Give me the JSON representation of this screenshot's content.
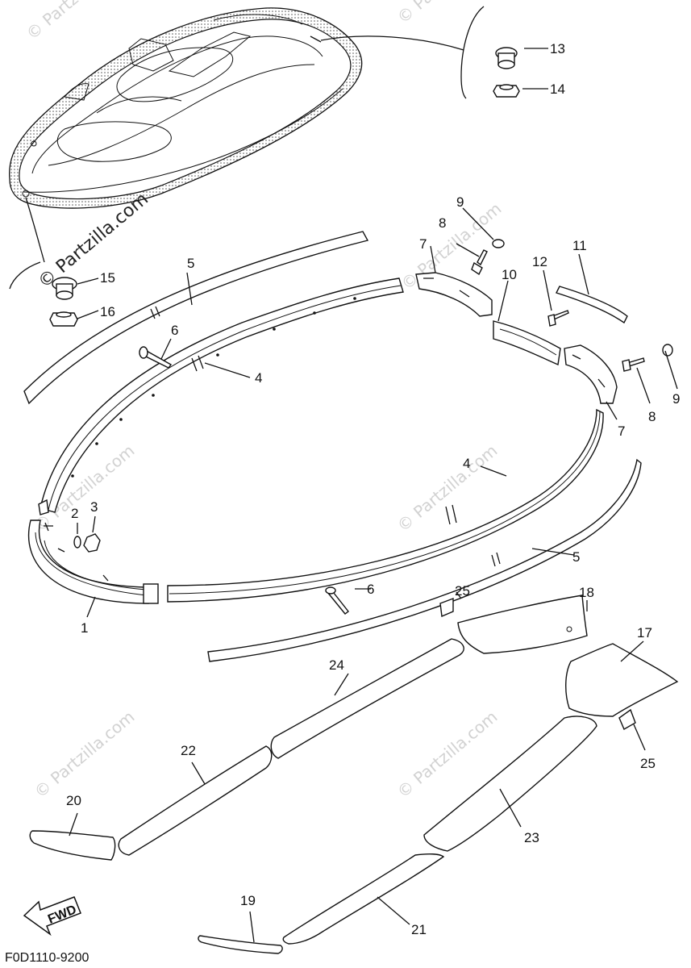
{
  "diagram": {
    "drawing_code": "F0D1110-9200",
    "fwd_label": "FWD",
    "watermark": "© Partzilla.com",
    "callouts": {
      "c1": "1",
      "c2": "2",
      "c3": "3",
      "c4a": "4",
      "c4b": "4",
      "c5a": "5",
      "c5b": "5",
      "c6a": "6",
      "c6b": "6",
      "c7a": "7",
      "c7b": "7",
      "c8a": "8",
      "c8b": "8",
      "c9a": "9",
      "c9b": "9",
      "c10": "10",
      "c11": "11",
      "c12": "12",
      "c13": "13",
      "c14": "14",
      "c15": "15",
      "c16": "16",
      "c17": "17",
      "c18": "18",
      "c19": "19",
      "c20": "20",
      "c21": "21",
      "c22": "22",
      "c23": "23",
      "c24": "24",
      "c25a": "25",
      "c25b": "25"
    }
  }
}
